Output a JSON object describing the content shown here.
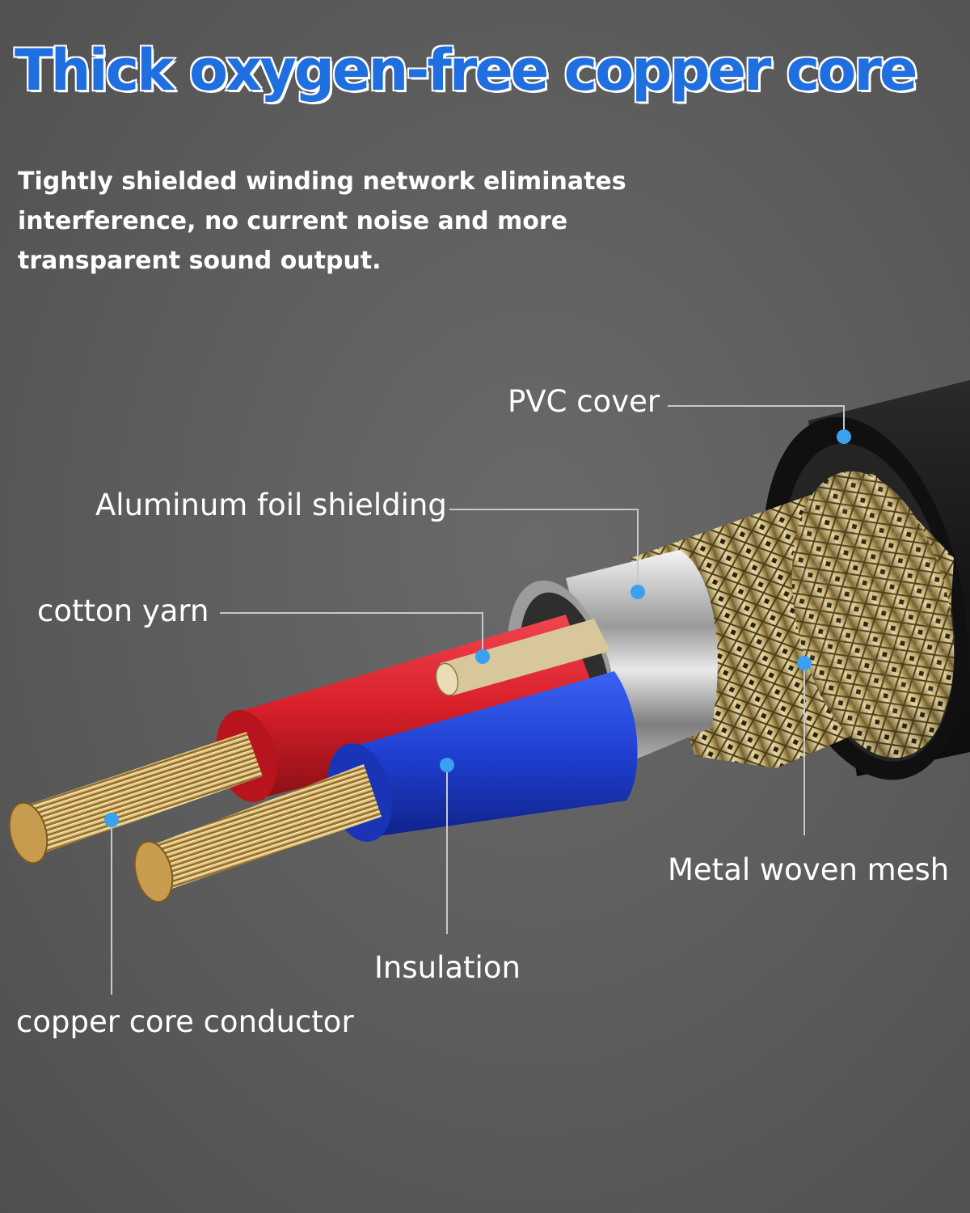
{
  "headline": "Thick oxygen-free copper core",
  "description": "Tightly shielded winding network eliminates interference, no current noise and more transparent sound output.",
  "callouts": {
    "pvc_cover": "PVC cover",
    "aluminum_foil": "Aluminum foil shielding",
    "cotton_yarn": "cotton yarn",
    "metal_mesh": "Metal woven mesh",
    "insulation": "Insulation",
    "copper_core": "copper core conductor"
  },
  "colors": {
    "headline": "#1f6fe0",
    "marker_dot": "#3aa0f0",
    "red_insulation": "#d8202a",
    "blue_insulation": "#1f3fd0",
    "copper": "#d9b46a",
    "jacket": "#1c1c1c"
  }
}
